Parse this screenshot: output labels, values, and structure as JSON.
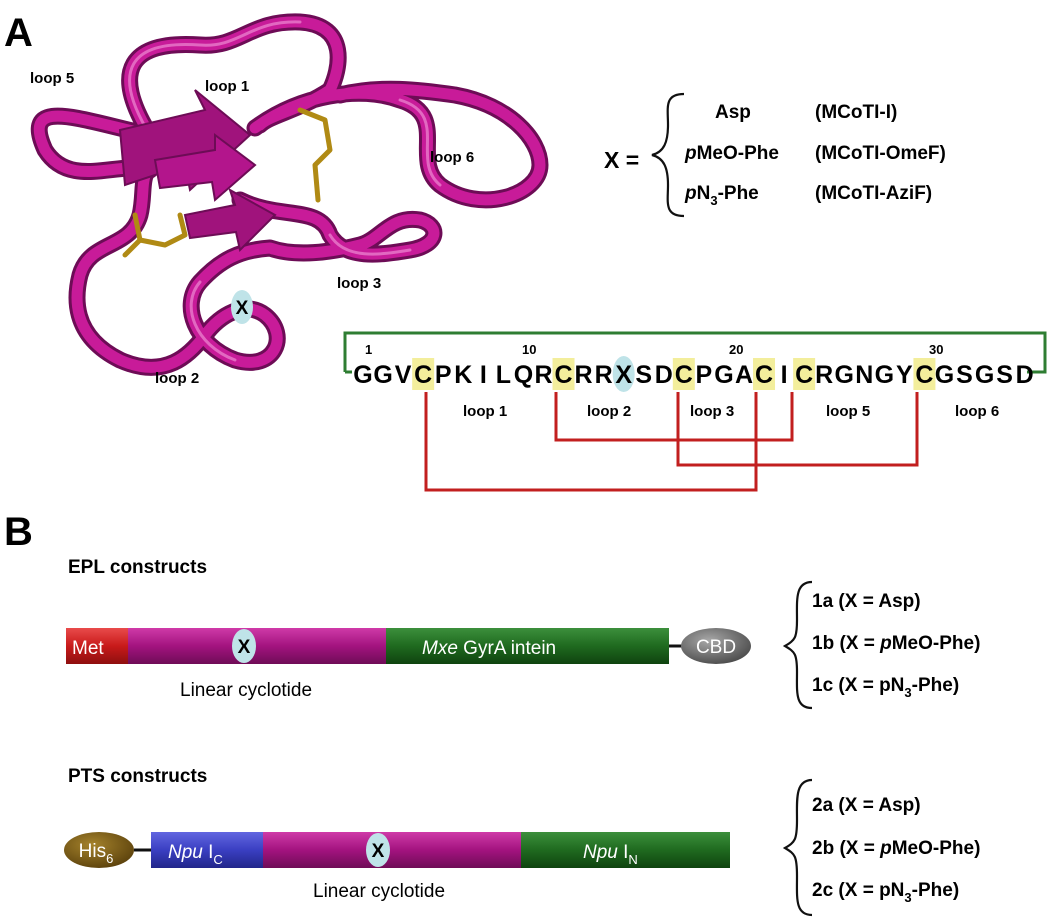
{
  "panel_a": {
    "label": "A",
    "structure_loops": {
      "loop1": "loop 1",
      "loop2": "loop 2",
      "loop3": "loop 3",
      "loop5": "loop 5",
      "loop6": "loop 6",
      "x_marker": "X"
    },
    "x_definition": {
      "prefix": "X =",
      "rows": [
        {
          "italic": "",
          "residue": "Asp",
          "sub": "",
          "residue_after": "",
          "construct": "(MCoTI-I)"
        },
        {
          "italic": "p",
          "residue": "MeO-Phe",
          "sub": "",
          "residue_after": "",
          "construct": "(MCoTI-OmeF)"
        },
        {
          "italic": "p",
          "residue": "N",
          "sub": "3",
          "residue_after": "-Phe",
          "construct": "(MCoTI-AziF)"
        }
      ]
    },
    "sequence": {
      "residues": [
        "G",
        "G",
        "V",
        "C",
        "P",
        "K",
        "I",
        "L",
        "Q",
        "R",
        "C",
        "R",
        "R",
        "X",
        "S",
        "D",
        "C",
        "P",
        "G",
        "A",
        "C",
        "I",
        "C",
        "R",
        "G",
        "N",
        "G",
        "Y",
        "C",
        "G",
        "S",
        "G",
        "S",
        "D"
      ],
      "numbers": {
        "n1": "1",
        "n10": "10",
        "n20": "20",
        "n30": "30"
      },
      "loop_labels": {
        "loop1": "loop 1",
        "loop2": "loop 2",
        "loop3": "loop 3",
        "loop5": "loop 5",
        "loop6": "loop 6"
      },
      "colors": {
        "cys_highlight": "#f3ee9c",
        "x_highlight": "#bfe3e8",
        "disulfide": "#c21f1f",
        "cyclization": "#2e7d32"
      }
    }
  },
  "panel_b": {
    "label": "B",
    "epl": {
      "title": "EPL constructs",
      "met": "Met",
      "x_marker": "X",
      "intein_italic": "Mxe",
      "intein_rest": " GyrA intein",
      "cbd": "CBD",
      "caption": "Linear cyclotide",
      "items": [
        {
          "pre": "1a (X = ",
          "italic": "",
          "main": "Asp",
          "sub": "",
          "post": ")"
        },
        {
          "pre": "1b (X = ",
          "italic": "p",
          "main": "MeO-Phe",
          "sub": "",
          "post": ")"
        },
        {
          "pre": "1c (X = ",
          "italic": "",
          "main": "pN",
          "sub": "3",
          "post": "-Phe)"
        }
      ]
    },
    "pts": {
      "title": "PTS constructs",
      "his": "His",
      "his_sub": "6",
      "ic_italic": "Npu",
      "ic_main": " I",
      "ic_sub": "C",
      "in_italic": "Npu",
      "in_main": " I",
      "in_sub": "N",
      "x_marker": "X",
      "caption": "Linear cyclotide",
      "items": [
        {
          "pre": "2a (X = ",
          "italic": "",
          "main": "Asp",
          "sub": "",
          "post": ")"
        },
        {
          "pre": "2b (X = ",
          "italic": "p",
          "main": "MeO-Phe",
          "sub": "",
          "post": ")"
        },
        {
          "pre": "2c (X = ",
          "italic": "",
          "main": "pN",
          "sub": "3",
          "post": "-Phe)"
        }
      ]
    },
    "colors": {
      "met": "#d21f1f",
      "cyclotide": "#a3137f",
      "intein": "#1f6a1f",
      "cbd": "#6b6b6b",
      "his": "#7a5a13",
      "npu_c": "#3a3fc2"
    }
  }
}
